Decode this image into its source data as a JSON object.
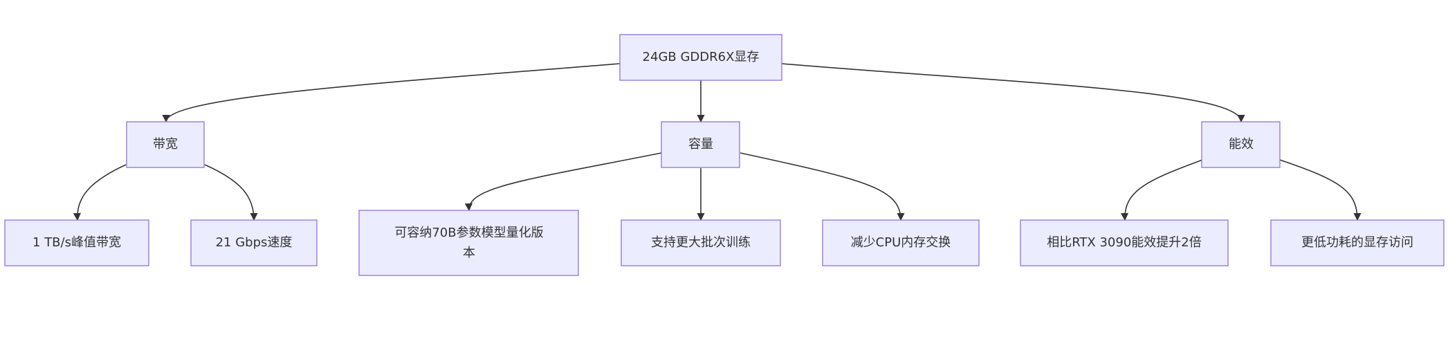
{
  "diagram": {
    "type": "flowchart-tree",
    "nodes": [
      {
        "id": "root",
        "lines": [
          "24GB GDDR6X显存"
        ]
      },
      {
        "id": "bandwidth",
        "lines": [
          "带宽"
        ]
      },
      {
        "id": "capacity",
        "lines": [
          "容量"
        ]
      },
      {
        "id": "efficiency",
        "lines": [
          "能效"
        ]
      },
      {
        "id": "b1",
        "lines": [
          "1 TB/s峰值带宽"
        ]
      },
      {
        "id": "b2",
        "lines": [
          "21 Gbps速度"
        ]
      },
      {
        "id": "c1",
        "lines": [
          "可容纳70B参数模型量化版",
          "本"
        ]
      },
      {
        "id": "c2",
        "lines": [
          "支持更大批次训练"
        ]
      },
      {
        "id": "c3",
        "lines": [
          "减少CPU内存交换"
        ]
      },
      {
        "id": "e1",
        "lines": [
          "相比RTX 3090能效提升2倍"
        ]
      },
      {
        "id": "e2",
        "lines": [
          "更低功耗的显存访问"
        ]
      }
    ],
    "edges": [
      {
        "from": "root",
        "to": "bandwidth"
      },
      {
        "from": "root",
        "to": "capacity"
      },
      {
        "from": "root",
        "to": "efficiency"
      },
      {
        "from": "bandwidth",
        "to": "b1"
      },
      {
        "from": "bandwidth",
        "to": "b2"
      },
      {
        "from": "capacity",
        "to": "c1"
      },
      {
        "from": "capacity",
        "to": "c2"
      },
      {
        "from": "capacity",
        "to": "c3"
      },
      {
        "from": "efficiency",
        "to": "e1"
      },
      {
        "from": "efficiency",
        "to": "e2"
      }
    ],
    "colors": {
      "node_fill": "#ececff",
      "node_stroke": "#9370db",
      "edge": "#333333",
      "text": "#333333"
    }
  }
}
